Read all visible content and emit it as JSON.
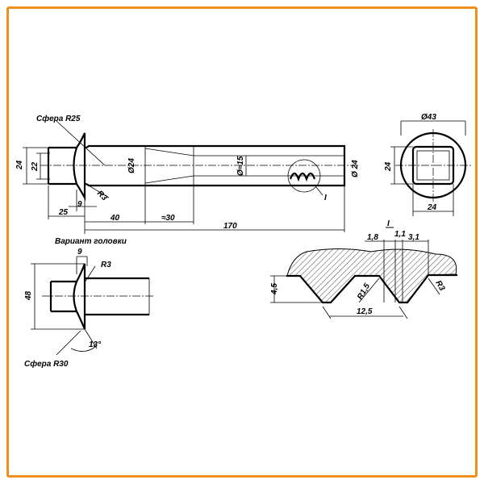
{
  "colors": {
    "frame": "#F0901E",
    "line": "#000000"
  },
  "main_view": {
    "sphere_label": "Сфера R25",
    "dims": {
      "d24_left": "24",
      "d22": "22",
      "r3": "R3",
      "d9": "9",
      "d25": "25",
      "d40": "40",
      "d30": "≈30",
      "d170": "170",
      "dia24": "Ø24",
      "dia15": "Ø≈15",
      "dia24_right": "Ø 24",
      "detail_ref": "I"
    }
  },
  "end_view": {
    "dia43": "Ø43",
    "d24_v": "24",
    "d24_h": "24"
  },
  "head_variant": {
    "title": "Вариант головки",
    "d9": "9",
    "r3": "R3",
    "d48": "48",
    "angle": "13°",
    "sphere_label": "Сфера R30"
  },
  "detail_I": {
    "title": "I",
    "d18": "1,8",
    "d11": "1,1",
    "d31": "3,1",
    "d45": "4,5",
    "r15": "R1,5",
    "r3": "R3",
    "d125": "12,5"
  }
}
